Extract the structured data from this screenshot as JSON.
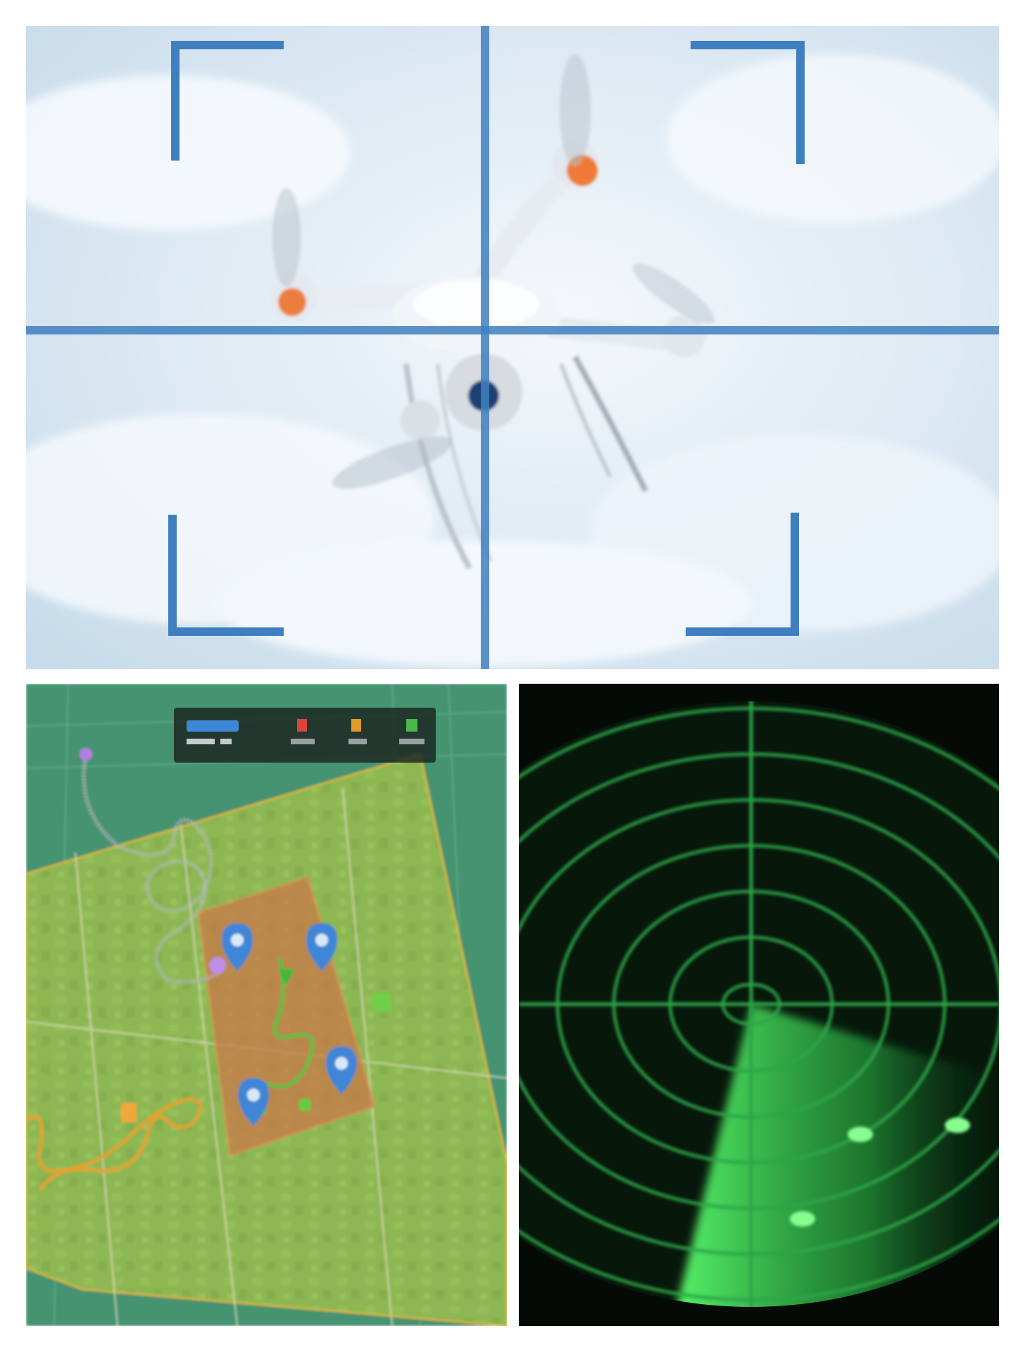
{
  "panels": [
    {
      "id": "drone-target-view",
      "subject": "quadcopter-drone",
      "overlay": "targeting-crosshair"
    },
    {
      "id": "satellite-map-view",
      "subject": "aerial-field-map",
      "overlay": "flight-paths-and-markers"
    },
    {
      "id": "radar-scope-view",
      "subject": "radar-sweep",
      "contacts": 3
    }
  ],
  "colors": {
    "crosshair": "#3f7fc0",
    "sky": "#dfeaf4",
    "map_green": "#7fae4a",
    "zone_orange": "#c9794a",
    "radar_green": "#35d65a",
    "radar_bg": "#050a06",
    "marker_blue": "#3f86d6"
  },
  "map_legend": {
    "items": [
      {
        "label": "",
        "color": "#3f86d6"
      },
      {
        "label": "",
        "color": "#d8453c"
      },
      {
        "label": "",
        "color": "#e09a2d"
      },
      {
        "label": "",
        "color": "#4cb84c"
      }
    ]
  }
}
